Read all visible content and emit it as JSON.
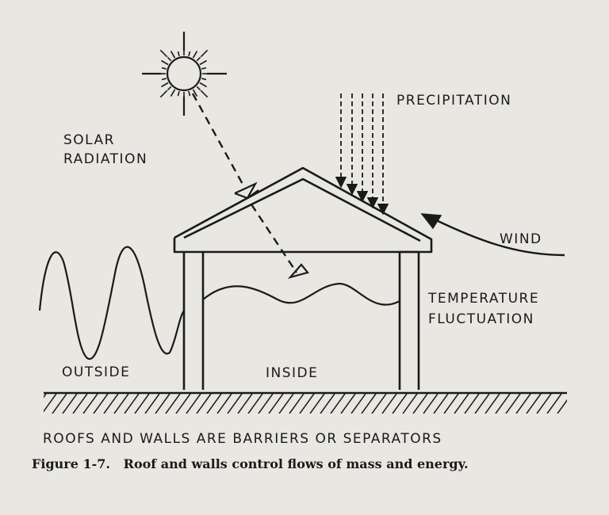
{
  "labels": {
    "solar_radiation_line1": "SOLAR",
    "solar_radiation_line2": "RADIATION",
    "precipitation": "PRECIPITATION",
    "wind": "WIND",
    "temperature_line1": "TEMPERATURE",
    "temperature_line2": "FLUCTUATION",
    "outside": "OUTSIDE",
    "inside": "INSIDE",
    "barrier_statement": "ROOFS AND WALLS ARE BARRIERS OR SEPARATORS"
  },
  "caption": {
    "number": "Figure 1-7.",
    "text": "Roof and walls control flows of mass and energy."
  },
  "colors": {
    "ink": "#1a1a1a",
    "paper": "#e9e7e2"
  },
  "icons": [
    "sun-icon",
    "lightning-bolt-icon",
    "precipitation-arrows-icon",
    "wind-arrow-icon",
    "house-icon",
    "wave-icon",
    "ground-hatch-icon"
  ]
}
